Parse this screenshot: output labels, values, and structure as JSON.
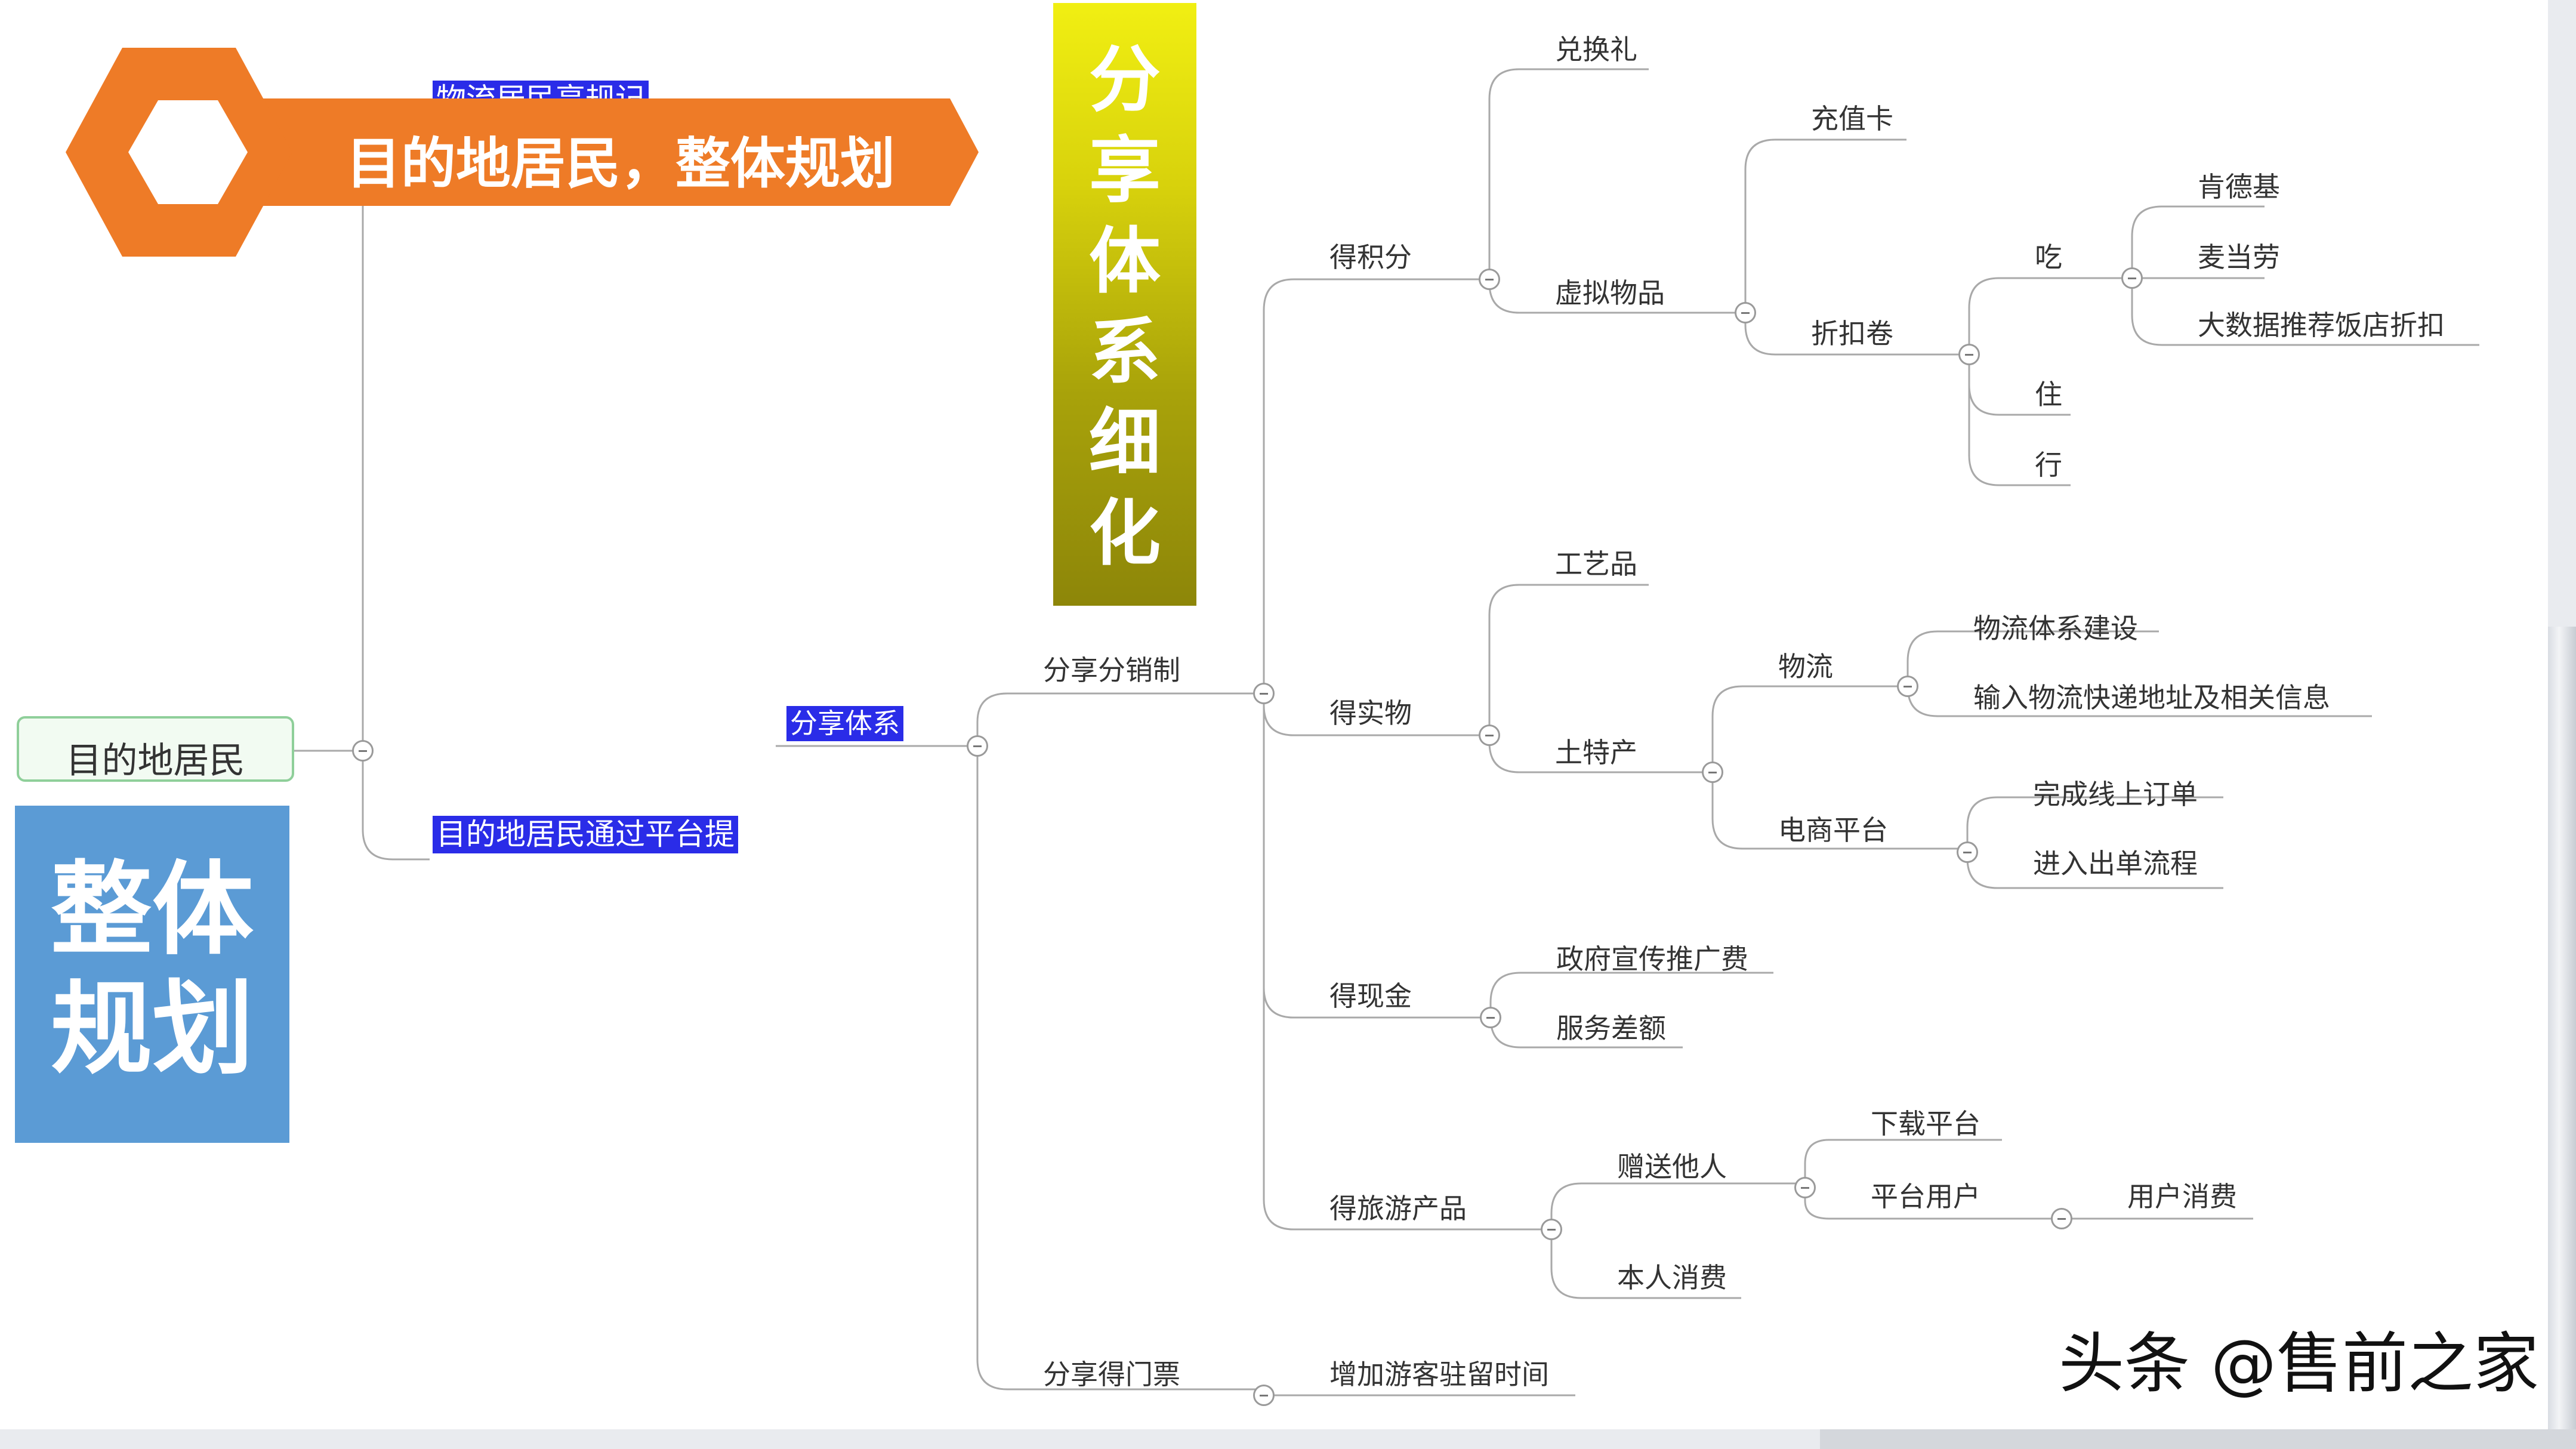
{
  "banner": {
    "title": "目的地居民，整体规划"
  },
  "vertical_banner": {
    "chars": [
      "分",
      "享",
      "体",
      "系",
      "细",
      "化"
    ]
  },
  "root": {
    "label": "目的地居民"
  },
  "left_box": {
    "line1": "整体",
    "line2": "规划"
  },
  "partial_top_label": "物流居民享规记",
  "selected": {
    "share_system": "分享体系",
    "resident_platform": "目的地居民通过平台提"
  },
  "nodes": {
    "share_distribution": "分享分销制",
    "share_ticket": "分享得门票",
    "extend_stay": "增加游客驻留时间",
    "get_points": "得积分",
    "exchange_gift": "兑换礼",
    "virtual_goods": "虚拟物品",
    "recharge_card": "充值卡",
    "coupon": "折扣卷",
    "eat": "吃",
    "kfc": "肯德基",
    "mcdonalds": "麦当劳",
    "bigdata_discount": "大数据推荐饭店折扣",
    "live": "住",
    "travel": "行",
    "get_goods": "得实物",
    "crafts": "工艺品",
    "local_specialty": "土特产",
    "logistics": "物流",
    "logistics_build": "物流体系建设",
    "logistics_address": "输入物流快递地址及相关信息",
    "ecommerce": "电商平台",
    "online_order": "完成线上订单",
    "order_flow": "进入出单流程",
    "get_cash": "得现金",
    "gov_promo": "政府宣传推广费",
    "service_margin": "服务差额",
    "get_travel": "得旅游产品",
    "gift_others": "赠送他人",
    "download_platform": "下载平台",
    "platform_user": "平台用户",
    "user_consume": "用户消费",
    "self_consume": "本人消费"
  },
  "watermark": "头条 @售前之家",
  "colors": {
    "orange": "#ee7b27",
    "blue_box": "#5b9bd5",
    "selection": "#2a2ce8",
    "root_border": "#8fcf9a",
    "connector": "#a9a9a9"
  }
}
